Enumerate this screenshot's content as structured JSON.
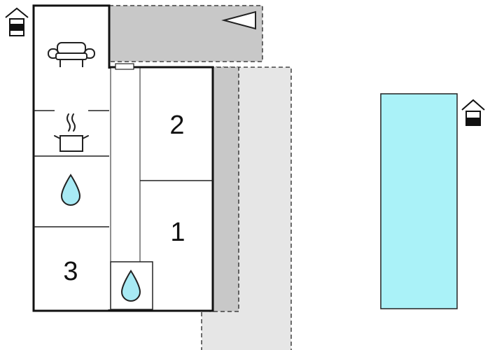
{
  "rooms": {
    "bedroom_1": {
      "number": "1"
    },
    "bedroom_2": {
      "number": "2"
    },
    "bedroom_3": {
      "number": "3"
    }
  },
  "icons": {
    "floor_marker_top_left": "floor-level-indicator-icon",
    "floor_marker_right": "ground-level-indicator-icon",
    "living": "sofa-icon",
    "kitchen": "cooking-pot-icon",
    "bathroom_main": "water-drop-icon",
    "bathroom_small": "water-drop-icon",
    "entrance": "entrance-arrow-icon"
  },
  "colors": {
    "wall": "#111111",
    "terrace_dark": "#c8c8c8",
    "terrace_light": "#e6e6e6",
    "pool": "#aaf2f8",
    "water_drop": "#a8eaf4",
    "stroke": "#222222"
  }
}
